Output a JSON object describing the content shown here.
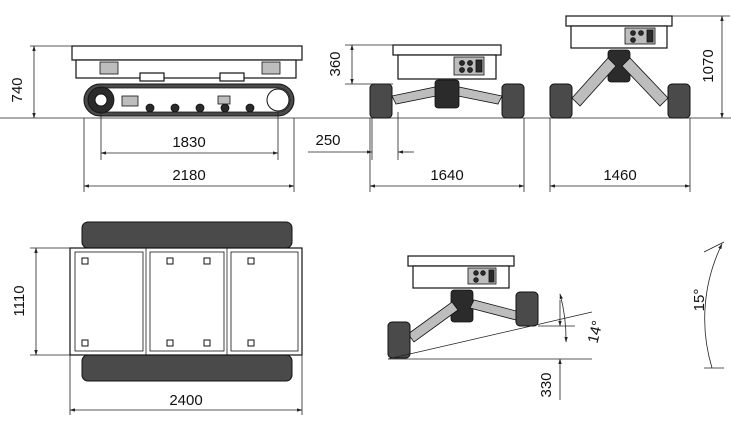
{
  "dimensions": {
    "side_height": "740",
    "side_wheelbase": "1830",
    "side_length": "2180",
    "front_deck_height": "360",
    "front_ground_clearance": "250",
    "front_width": "1640",
    "raised_height": "1070",
    "raised_width": "1460",
    "top_width": "1110",
    "top_length": "2400",
    "slope_step": "330",
    "slope_angle": "14°",
    "tilt_angle": "15°"
  }
}
